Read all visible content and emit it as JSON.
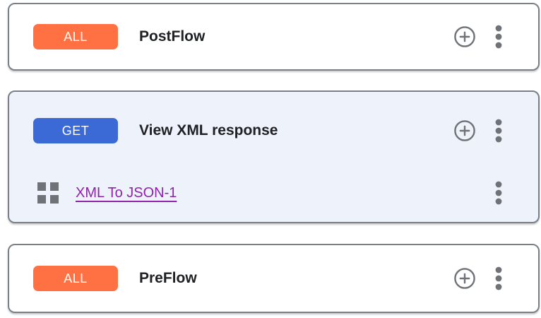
{
  "colors": {
    "card_border": "#7A8087",
    "expanded_card_bg": "#EEF2FB",
    "badge_all_bg": "#FF7043",
    "badge_get_bg": "#3B6AD6",
    "badge_text": "#FFFFFF",
    "title_text": "#202124",
    "icon_gray": "#6F7377",
    "policy_link": "#8E24AA"
  },
  "icons": {
    "add": "plus-circle-icon",
    "more_options": "kebab-menu-icon",
    "drag": "drag-handle-icon"
  },
  "cards": [
    {
      "title": "PostFlow",
      "badge": {
        "label": "ALL",
        "color": "#FF7043"
      }
    },
    {
      "title": "View XML response",
      "badge": {
        "label": "GET",
        "color": "#3B6AD6"
      },
      "policies": [
        {
          "name": "XML To JSON-1"
        }
      ]
    },
    {
      "title": "PreFlow",
      "badge": {
        "label": "ALL",
        "color": "#FF7043"
      }
    }
  ]
}
